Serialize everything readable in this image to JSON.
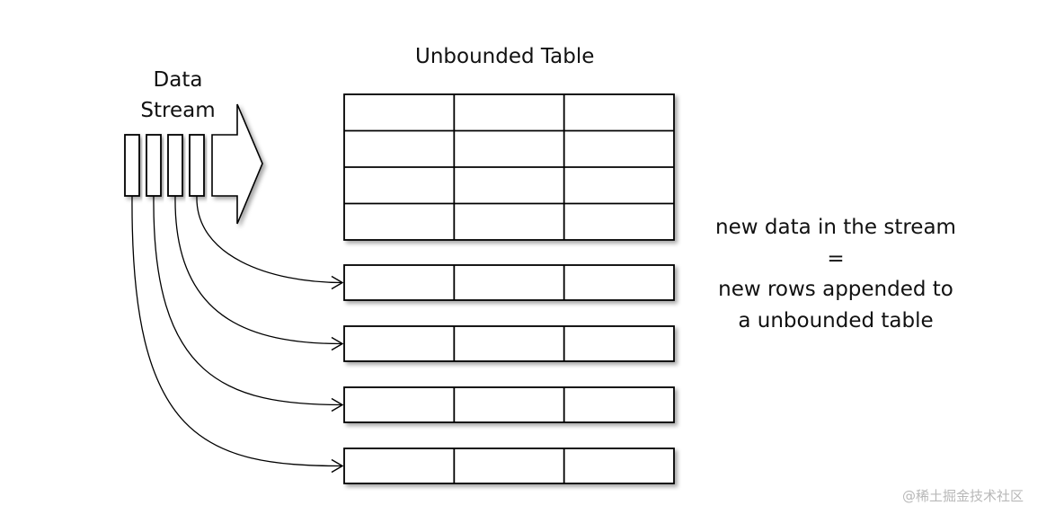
{
  "title": "Unbounded Table",
  "stream_label": {
    "line1": "Data",
    "line2": "Stream"
  },
  "explanation": {
    "line1": "new data in the stream",
    "line2": "=",
    "line3": "new rows appended to",
    "line4": "a unbounded table"
  },
  "table": {
    "columns": 3,
    "existing_rows": 4,
    "appended_rows": 4
  },
  "stream": {
    "segments": 4
  },
  "watermark": "@稀土掘金技术社区"
}
